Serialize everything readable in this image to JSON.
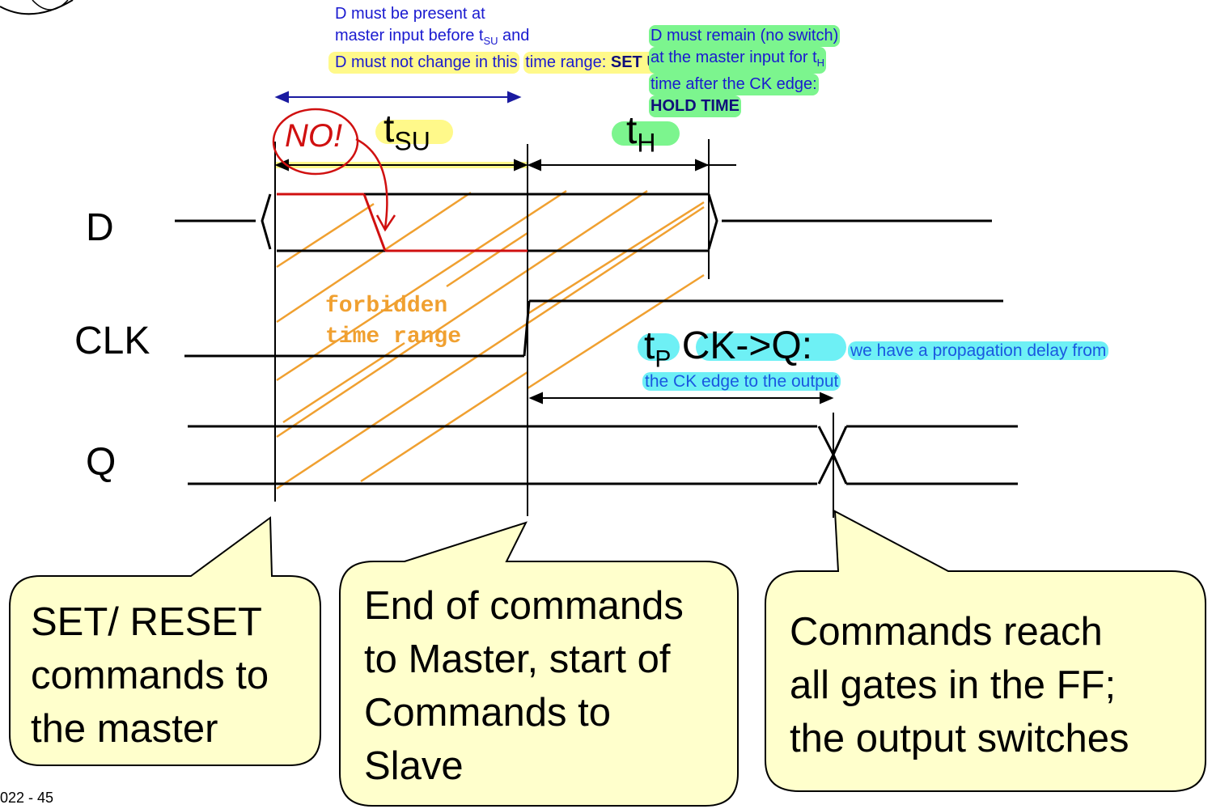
{
  "notes": {
    "setup": {
      "line1": "D must be present at",
      "line2a": "master input before t",
      "line2_sub": "SU",
      "line2b": " and",
      "line3": "D must not change in this",
      "line4a": "time range: ",
      "line4_bold": "SET UP TIME"
    },
    "hold": {
      "line1": "D must remain (no switch)",
      "line2a": "at the master input for t",
      "line2_sub": "H",
      "line3": "time after the CK edge:",
      "line4_bold": "HOLD TIME"
    },
    "prop": {
      "line1": "we have a propagation delay from",
      "line2": "the CK edge to the output"
    }
  },
  "labels": {
    "tsu_main": "t",
    "tsu_sub": "SU",
    "th_main": "t",
    "th_sub": "H",
    "tp_main": "t",
    "tp_sub": "P",
    "tp_rest": " CK->Q:",
    "no": "NO!",
    "forbidden_1": "forbidden",
    "forbidden_2": "time range"
  },
  "signals": {
    "d": "D",
    "clk": "CLK",
    "q": "Q"
  },
  "callouts": {
    "left": [
      "SET/ RESET",
      "commands to",
      "the master"
    ],
    "middle": [
      "End of commands",
      "to Master, start of",
      "Commands to",
      "Slave"
    ],
    "right": [
      "Commands reach",
      "all gates in the FF;",
      "the output switches"
    ]
  },
  "page_number": "022 - 45",
  "colors": {
    "yellow_highlight": "#fff98a",
    "green_highlight": "#7cf58e",
    "cyan_highlight": "#6ef0f5",
    "forbidden_hatch": "#f0a030",
    "violation": "#d01010",
    "callout_fill": "#ffffcc"
  }
}
